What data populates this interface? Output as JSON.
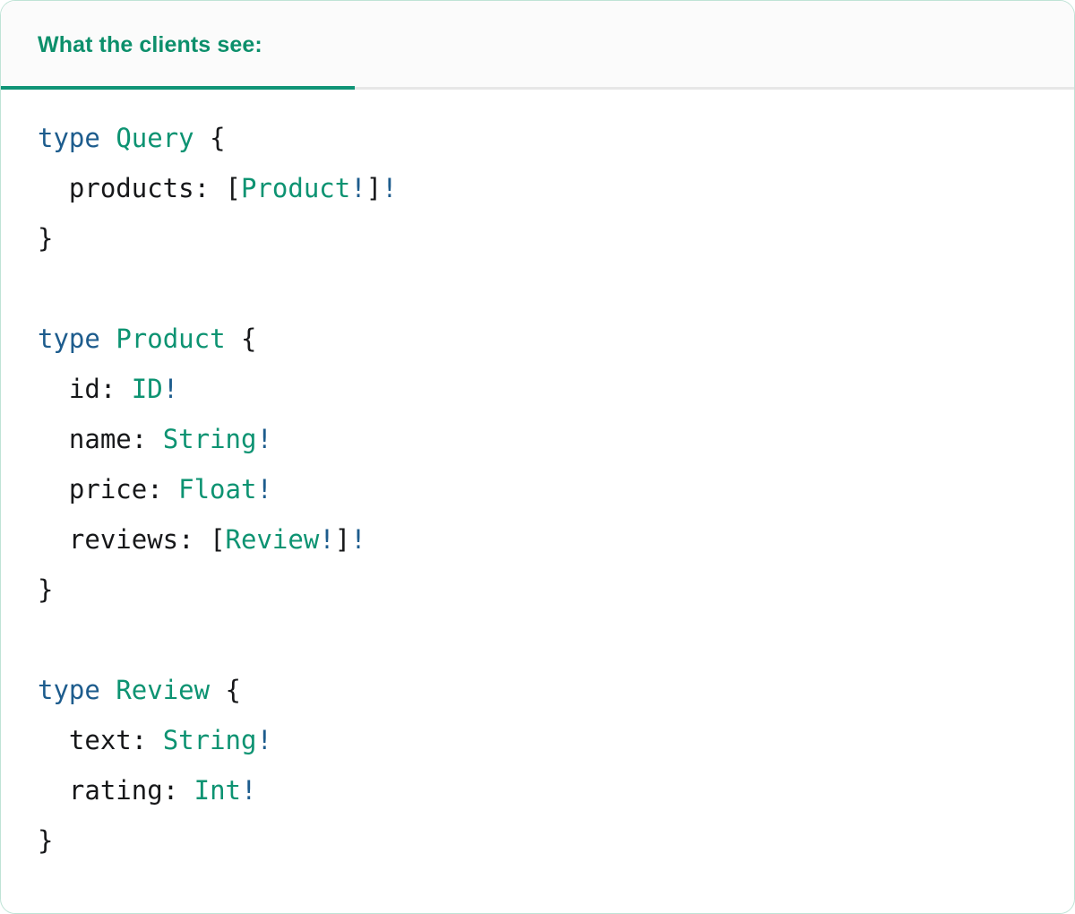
{
  "card": {
    "border_color": "#bfe3d6",
    "background": "#ffffff"
  },
  "header": {
    "tab_label": "What the clients see:",
    "accent_color": "#0f9476",
    "text_color": "#0c8f6b",
    "strip_background": "#fbfbfb",
    "divider_color": "#e7e7e7"
  },
  "code": {
    "language": "graphql",
    "colors": {
      "keyword": "#1d5c8d",
      "type": "#0d9372",
      "punctuation": "#17181a",
      "field": "#17181a",
      "non_null": "#1d5c8d"
    },
    "raw": "type Query {\n  products: [Product!]!\n}\n\ntype Product {\n  id: ID!\n  name: String!\n  price: Float!\n  reviews: [Review!]!\n}\n\ntype Review {\n  text: String!\n  rating: Int!\n}",
    "lines": [
      {
        "tokens": [
          {
            "t": "type",
            "c": "kw"
          },
          {
            "t": " ",
            "c": "pun"
          },
          {
            "t": "Query",
            "c": "type"
          },
          {
            "t": " ",
            "c": "pun"
          },
          {
            "t": "{",
            "c": "pun"
          }
        ]
      },
      {
        "tokens": [
          {
            "t": "  products",
            "c": "name"
          },
          {
            "t": ": ",
            "c": "pun"
          },
          {
            "t": "[",
            "c": "pun"
          },
          {
            "t": "Product",
            "c": "type"
          },
          {
            "t": "!",
            "c": "bang"
          },
          {
            "t": "]",
            "c": "pun"
          },
          {
            "t": "!",
            "c": "bang"
          }
        ]
      },
      {
        "tokens": [
          {
            "t": "}",
            "c": "pun"
          }
        ]
      },
      {
        "tokens": []
      },
      {
        "tokens": [
          {
            "t": "type",
            "c": "kw"
          },
          {
            "t": " ",
            "c": "pun"
          },
          {
            "t": "Product",
            "c": "type"
          },
          {
            "t": " ",
            "c": "pun"
          },
          {
            "t": "{",
            "c": "pun"
          }
        ]
      },
      {
        "tokens": [
          {
            "t": "  id",
            "c": "name"
          },
          {
            "t": ": ",
            "c": "pun"
          },
          {
            "t": "ID",
            "c": "type"
          },
          {
            "t": "!",
            "c": "bang"
          }
        ]
      },
      {
        "tokens": [
          {
            "t": "  name",
            "c": "name"
          },
          {
            "t": ": ",
            "c": "pun"
          },
          {
            "t": "String",
            "c": "type"
          },
          {
            "t": "!",
            "c": "bang"
          }
        ]
      },
      {
        "tokens": [
          {
            "t": "  price",
            "c": "name"
          },
          {
            "t": ": ",
            "c": "pun"
          },
          {
            "t": "Float",
            "c": "type"
          },
          {
            "t": "!",
            "c": "bang"
          }
        ]
      },
      {
        "tokens": [
          {
            "t": "  reviews",
            "c": "name"
          },
          {
            "t": ": ",
            "c": "pun"
          },
          {
            "t": "[",
            "c": "pun"
          },
          {
            "t": "Review",
            "c": "type"
          },
          {
            "t": "!",
            "c": "bang"
          },
          {
            "t": "]",
            "c": "pun"
          },
          {
            "t": "!",
            "c": "bang"
          }
        ]
      },
      {
        "tokens": [
          {
            "t": "}",
            "c": "pun"
          }
        ]
      },
      {
        "tokens": []
      },
      {
        "tokens": [
          {
            "t": "type",
            "c": "kw"
          },
          {
            "t": " ",
            "c": "pun"
          },
          {
            "t": "Review",
            "c": "type"
          },
          {
            "t": " ",
            "c": "pun"
          },
          {
            "t": "{",
            "c": "pun"
          }
        ]
      },
      {
        "tokens": [
          {
            "t": "  text",
            "c": "name"
          },
          {
            "t": ": ",
            "c": "pun"
          },
          {
            "t": "String",
            "c": "type"
          },
          {
            "t": "!",
            "c": "bang"
          }
        ]
      },
      {
        "tokens": [
          {
            "t": "  rating",
            "c": "name"
          },
          {
            "t": ": ",
            "c": "pun"
          },
          {
            "t": "Int",
            "c": "type"
          },
          {
            "t": "!",
            "c": "bang"
          }
        ]
      },
      {
        "tokens": [
          {
            "t": "}",
            "c": "pun"
          }
        ]
      }
    ]
  }
}
